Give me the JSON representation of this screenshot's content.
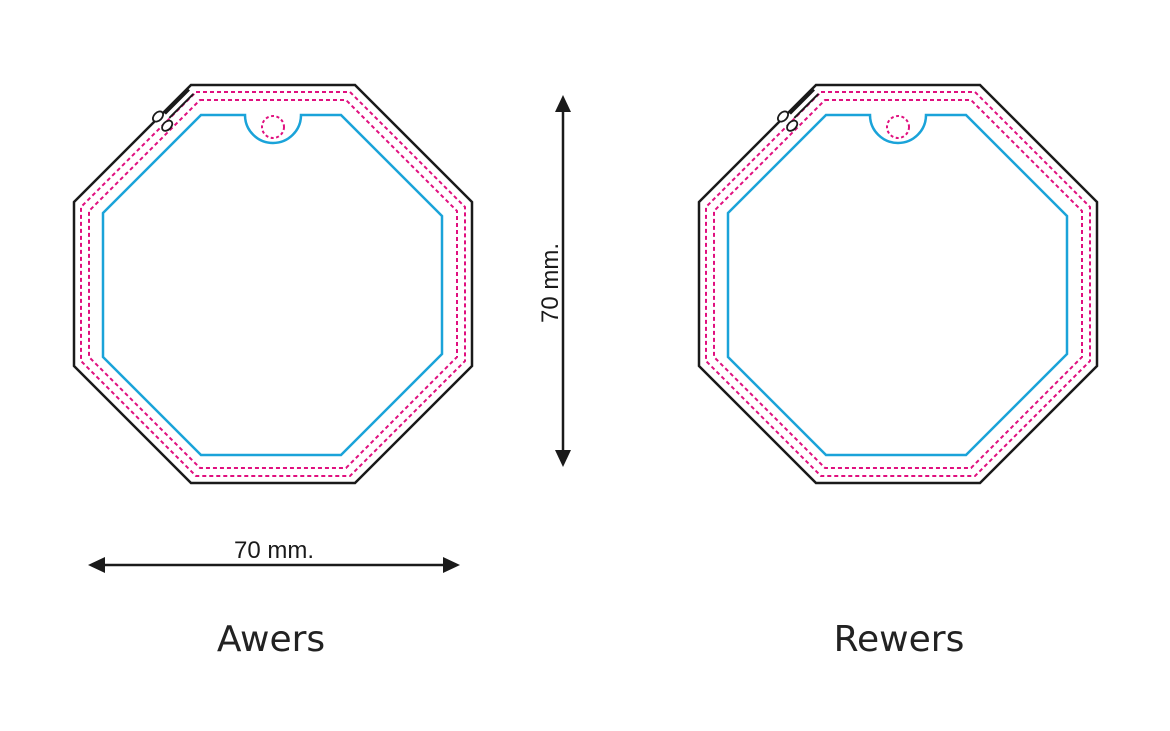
{
  "dimensions": {
    "width_label": "70 mm.",
    "height_label": "70 mm."
  },
  "sides": {
    "front_label": "Awers",
    "back_label": "Rewers"
  },
  "colors": {
    "outline": "#1a1a1a",
    "cut_line": "#e0107f",
    "safe_area": "#1aa3d9",
    "text": "#222222"
  },
  "icons": {
    "cut_marker": "scissors-icon",
    "dimension_arrow": "double-arrow-icon"
  }
}
